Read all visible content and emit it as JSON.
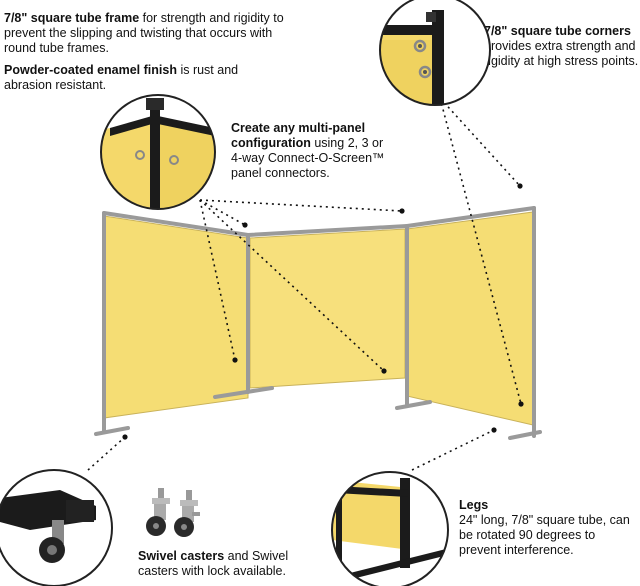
{
  "callouts": {
    "frame": {
      "bold": "7/8\" square tube frame",
      "rest": " for strength and rigidity to prevent the slipping and twisting that occurs with round tube frames."
    },
    "finish": {
      "bold": "Powder-coated enamel finish",
      "rest": " is rust and abrasion resistant."
    },
    "corners": {
      "bold": "7/8\"  square tube corners",
      "rest": "provides extra strength and rigidity at high stress points."
    },
    "multipanel": {
      "bold": "Create any multi-panel configuration",
      "rest": " using 2, 3 or 4-way Connect-O-Screen™ panel connectors."
    },
    "legs": {
      "bold": "Legs",
      "rest": "24\" long, 7/8\" square tube, can be rotated 90 degrees to prevent interference."
    },
    "casters": {
      "bold": "Swivel casters",
      "rest": " and Swivel casters with lock available."
    }
  },
  "colors": {
    "panel": "#f5dd74",
    "panel_shade": "#ecd062",
    "frame": "#9a9a9a",
    "black_frame": "#1b1b1b",
    "circle_border": "#222222"
  }
}
